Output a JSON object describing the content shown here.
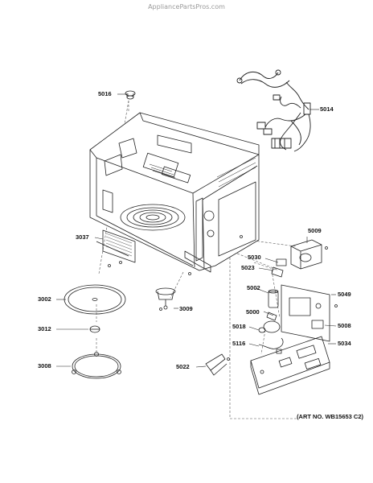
{
  "watermark": "AppliancePartsPros.com",
  "art_number": "(ART NO. WB15653 C2)",
  "parts": [
    {
      "id": "p5016",
      "label": "5016"
    },
    {
      "id": "p5014",
      "label": "5014"
    },
    {
      "id": "p5009",
      "label": "5009"
    },
    {
      "id": "p5030",
      "label": "5030"
    },
    {
      "id": "p5023",
      "label": "5023"
    },
    {
      "id": "p3037",
      "label": "3037"
    },
    {
      "id": "p3002",
      "label": "3002"
    },
    {
      "id": "p3009",
      "label": "3009"
    },
    {
      "id": "p5002",
      "label": "5002"
    },
    {
      "id": "p5049",
      "label": "5049"
    },
    {
      "id": "p5000",
      "label": "5000"
    },
    {
      "id": "p5008",
      "label": "5008"
    },
    {
      "id": "p3012",
      "label": "3012"
    },
    {
      "id": "p5018",
      "label": "5018"
    },
    {
      "id": "p5116",
      "label": "5116"
    },
    {
      "id": "p5034",
      "label": "5034"
    },
    {
      "id": "p3008",
      "label": "3008"
    },
    {
      "id": "p5022",
      "label": "5022"
    }
  ]
}
